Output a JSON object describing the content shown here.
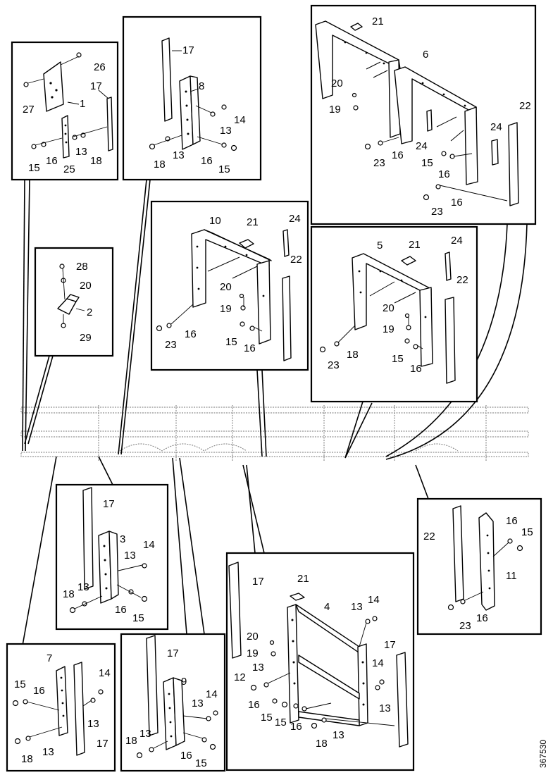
{
  "drawing_code": "367530",
  "numbers": {
    "n1": "1",
    "n2": "2",
    "n3": "3",
    "n4": "4",
    "n5": "5",
    "n6": "6",
    "n7": "7",
    "n8": "8",
    "n9": "9",
    "n10": "10",
    "n11": "11",
    "n12": "12",
    "n13": "13",
    "n14": "14",
    "n15": "15",
    "n16": "16",
    "n17": "17",
    "n18": "18",
    "n19": "19",
    "n20": "20",
    "n21": "21",
    "n22": "22",
    "n23": "23",
    "n24": "24",
    "n25": "25",
    "n26": "26",
    "n27": "27",
    "n28": "28",
    "n29": "29"
  }
}
